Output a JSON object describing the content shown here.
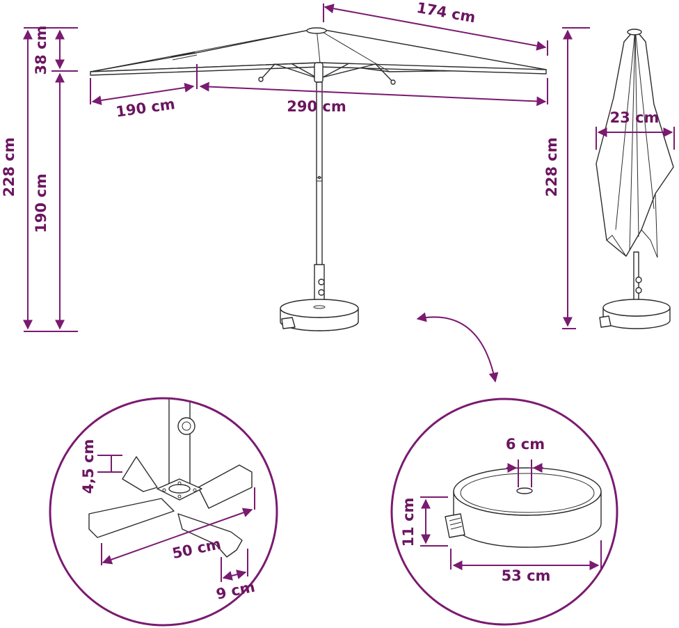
{
  "colors": {
    "accent": "#7a1a70",
    "accent_text": "#6b1560",
    "drawing": "#2b2b2b"
  },
  "dimensions": {
    "canopy_side_width": "174 cm",
    "canopy_width": "290 cm",
    "rib_length": "190 cm",
    "canopy_drop": "38 cm",
    "total_height_front": "228 cm",
    "pole_height": "190 cm",
    "total_height_side": "228 cm",
    "closed_diameter": "23 cm",
    "cross_base_height": "4,5 cm",
    "cross_base_width": "50 cm",
    "cross_base_foot": "9 cm",
    "round_base_hole": "6 cm",
    "round_base_height": "11 cm",
    "round_base_diameter": "53 cm"
  }
}
